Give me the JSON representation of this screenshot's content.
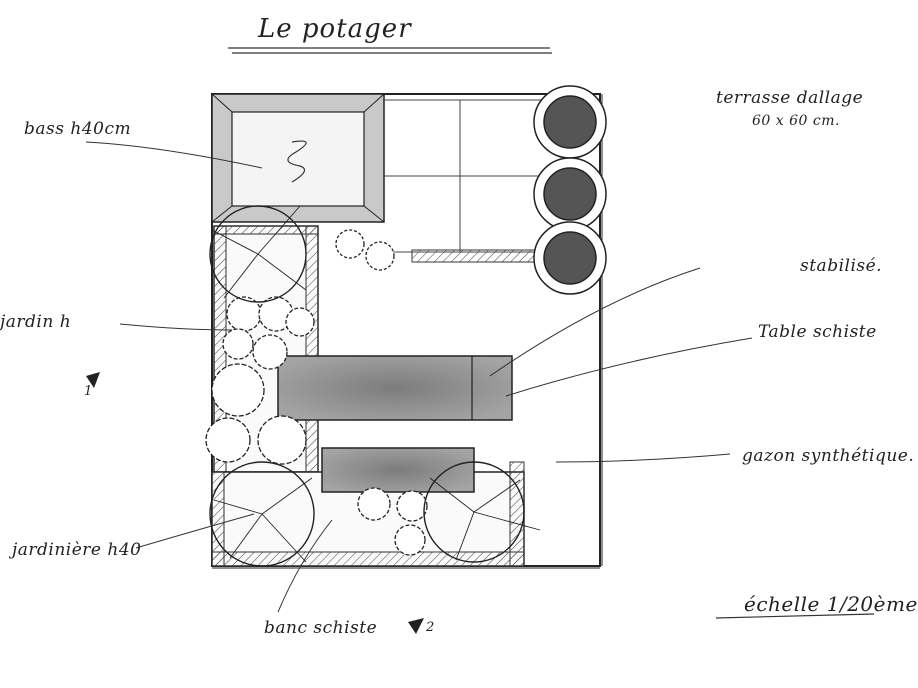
{
  "title": "Le potager",
  "labels": {
    "bassin": "bass h40cm",
    "terrasse": "terrasse dallage",
    "terrasse_dim": "60 x 60 cm.",
    "stabilise": "stabilisé.",
    "table": "Table schiste",
    "jardin_1": "jardin h",
    "gazon": "gazon synthétique.",
    "jardin_2": "jardinière h40",
    "banc": "banc schiste",
    "echelle": "échelle 1/20ème"
  },
  "north_marks": [
    "1",
    "2"
  ],
  "colors": {
    "ink": "#222222",
    "stone": "#8a8a8a",
    "stone_dark": "#6f6f6f"
  }
}
